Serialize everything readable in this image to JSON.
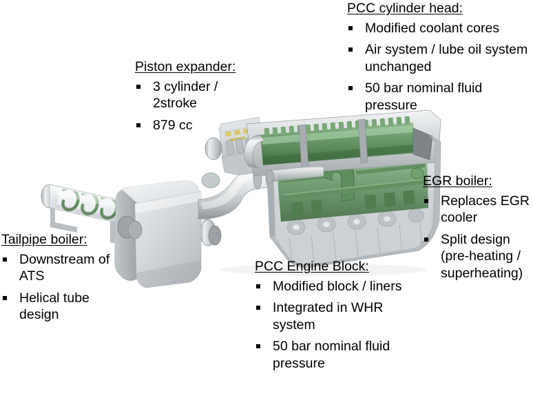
{
  "figure": {
    "type": "technical-cad-diagram",
    "subject": "Waste Heat Recovery (WHR) engine system",
    "background_color": "#ffffff",
    "text_color": "#000000",
    "highlight_color": "#6f9e6f",
    "body_color": "#c9cdd0"
  },
  "callouts": [
    {
      "id": "pcc-cylinder-head",
      "title": "PCC cylinder head:",
      "bullets": [
        "Modified coolant cores",
        "Air system / lube oil system unchanged",
        "50 bar nominal fluid pressure"
      ]
    },
    {
      "id": "piston-expander",
      "title": "Piston expander:",
      "bullets": [
        "3 cylinder / 2stroke",
        "879 cc"
      ]
    },
    {
      "id": "egr-boiler",
      "title": "EGR boiler:",
      "bullets": [
        "Replaces EGR cooler",
        "Split design (pre-heating / superheating)"
      ]
    },
    {
      "id": "tailpipe-boiler",
      "title": "Tailpipe boiler:",
      "bullets": [
        "Downstream of ATS",
        "Helical tube design"
      ]
    },
    {
      "id": "pcc-engine-block",
      "title": "PCC Engine Block:",
      "bullets": [
        "Modified block / liners",
        "Integrated in WHR system",
        "50 bar nominal fluid pressure"
      ]
    }
  ],
  "components": {
    "tailpipe_boiler_label": "tailpipe-boiler-cylinder",
    "helical_coil_label": "helical-tube-coil",
    "ats_box_label": "ats-box",
    "exhaust_pipe_label": "exhaust-pipe",
    "piston_expander_label": "piston-expander-unit",
    "engine_block_label": "pcc-engine-block",
    "cylinder_head_label": "pcc-cylinder-head",
    "egr_boiler_label": "egr-boiler"
  }
}
